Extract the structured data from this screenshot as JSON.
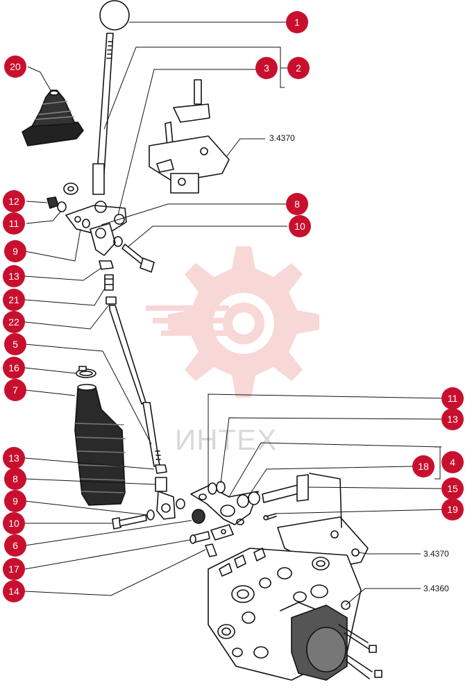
{
  "colors": {
    "badge": "#c8102e",
    "line": "#111111",
    "watermark": "#f4b8b8",
    "watermark_text": "#d8d8d8"
  },
  "watermark": {
    "brand": "ИНТЕХ",
    "icon": "gear-watermark-icon"
  },
  "callouts": [
    {
      "id": "c1",
      "label": "1"
    },
    {
      "id": "c2",
      "label": "2"
    },
    {
      "id": "c3",
      "label": "3"
    },
    {
      "id": "c20",
      "label": "20"
    },
    {
      "id": "c12",
      "label": "12"
    },
    {
      "id": "c11a",
      "label": "11"
    },
    {
      "id": "c8a",
      "label": "8"
    },
    {
      "id": "c10a",
      "label": "10"
    },
    {
      "id": "c9a",
      "label": "9"
    },
    {
      "id": "c13a",
      "label": "13"
    },
    {
      "id": "c21",
      "label": "21"
    },
    {
      "id": "c22",
      "label": "22"
    },
    {
      "id": "c5",
      "label": "5"
    },
    {
      "id": "c16",
      "label": "16"
    },
    {
      "id": "c7",
      "label": "7"
    },
    {
      "id": "c11b",
      "label": "11"
    },
    {
      "id": "c13b",
      "label": "13"
    },
    {
      "id": "c13c",
      "label": "13"
    },
    {
      "id": "c18",
      "label": "18"
    },
    {
      "id": "c4",
      "label": "4"
    },
    {
      "id": "c8b",
      "label": "8"
    },
    {
      "id": "c15",
      "label": "15"
    },
    {
      "id": "c9b",
      "label": "9"
    },
    {
      "id": "c19",
      "label": "19"
    },
    {
      "id": "c10b",
      "label": "10"
    },
    {
      "id": "c6",
      "label": "6"
    },
    {
      "id": "c17",
      "label": "17"
    },
    {
      "id": "c14",
      "label": "14"
    }
  ],
  "references": [
    {
      "id": "r1",
      "label": "3.4370"
    },
    {
      "id": "r2",
      "label": "3.4370"
    },
    {
      "id": "r3",
      "label": "3.4360"
    }
  ]
}
